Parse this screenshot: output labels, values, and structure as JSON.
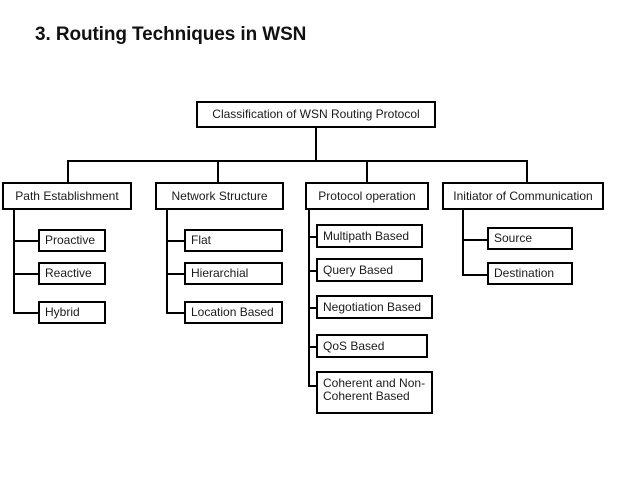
{
  "slide": {
    "title": "3. Routing Techniques in WSN"
  },
  "diagram": {
    "root": {
      "label": "Classification of WSN Routing Protocol"
    },
    "branches": [
      {
        "label": "Path Establishment",
        "children": [
          {
            "label": "Proactive"
          },
          {
            "label": "Reactive"
          },
          {
            "label": "Hybrid"
          }
        ]
      },
      {
        "label": "Network Structure",
        "children": [
          {
            "label": "Flat"
          },
          {
            "label": "Hierarchial"
          },
          {
            "label": "Location Based"
          }
        ]
      },
      {
        "label": "Protocol operation",
        "children": [
          {
            "label": "Multipath Based"
          },
          {
            "label": "Query Based"
          },
          {
            "label": "Negotiation Based"
          },
          {
            "label": "QoS Based"
          },
          {
            "label": "Coherent and Non-\nCoherent Based"
          }
        ]
      },
      {
        "label": "Initiator of Communication",
        "children": [
          {
            "label": "Source"
          },
          {
            "label": "Destination"
          }
        ]
      }
    ]
  },
  "colors": {
    "background": "#ffffff",
    "line": "#000000",
    "text": "#1a1a1a",
    "title": "#111111"
  }
}
